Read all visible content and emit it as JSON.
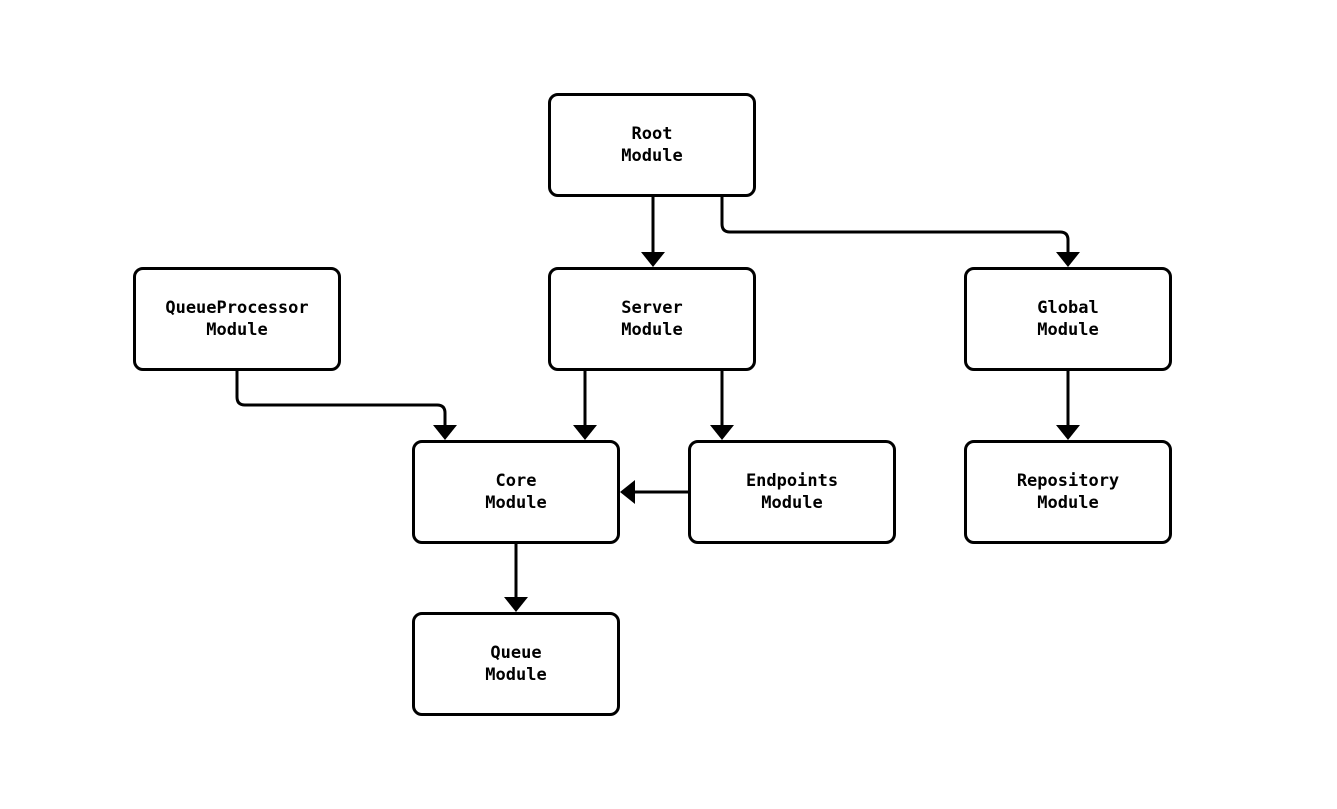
{
  "diagram": {
    "type": "module-dependency-flowchart",
    "colors": {
      "stroke": "#000000",
      "background": "#ffffff"
    },
    "nodes": [
      {
        "id": "root",
        "label": "Root\nModule"
      },
      {
        "id": "queueprocessor",
        "label": "QueueProcessor\nModule"
      },
      {
        "id": "server",
        "label": "Server\nModule"
      },
      {
        "id": "global",
        "label": "Global\nModule"
      },
      {
        "id": "core",
        "label": "Core\nModule"
      },
      {
        "id": "endpoints",
        "label": "Endpoints\nModule"
      },
      {
        "id": "repository",
        "label": "Repository\nModule"
      },
      {
        "id": "queue",
        "label": "Queue\nModule"
      }
    ],
    "edges": [
      {
        "from": "root",
        "to": "server"
      },
      {
        "from": "root",
        "to": "global"
      },
      {
        "from": "queueprocessor",
        "to": "core"
      },
      {
        "from": "server",
        "to": "core"
      },
      {
        "from": "server",
        "to": "endpoints"
      },
      {
        "from": "endpoints",
        "to": "core"
      },
      {
        "from": "core",
        "to": "queue"
      },
      {
        "from": "global",
        "to": "repository"
      }
    ]
  }
}
